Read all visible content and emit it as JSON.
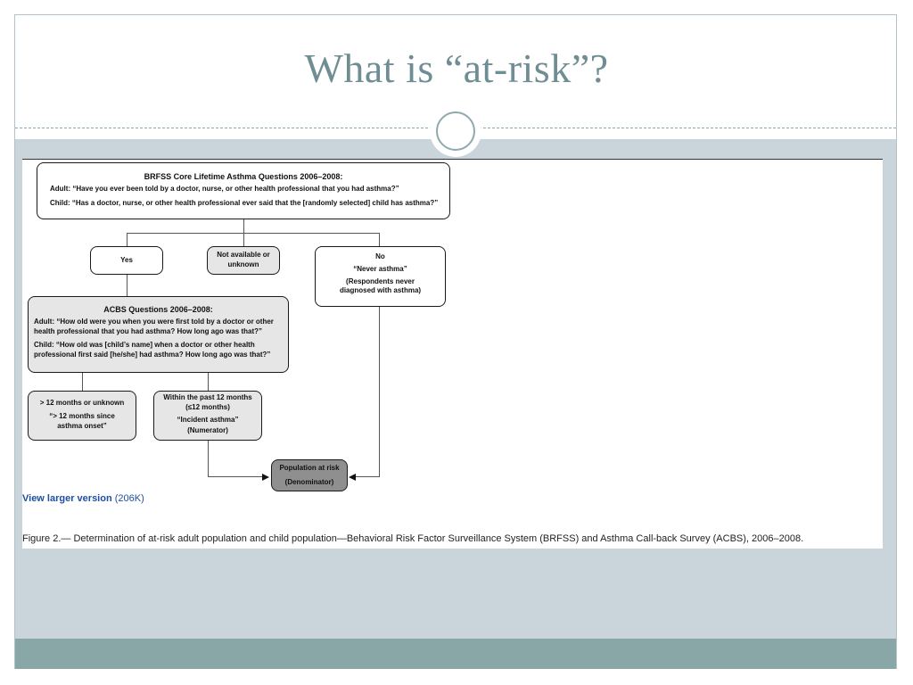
{
  "slide": {
    "title": "What is “at-risk”?"
  },
  "diagram": {
    "brfss": {
      "heading": "BRFSS Core Lifetime Asthma Questions 2006–2008:",
      "adult": "Adult: “Have you ever been told by a doctor, nurse, or other health professional that you had asthma?”",
      "child": "Child: “Has a doctor, nurse, or other health professional ever said that the [randomly selected] child has asthma?”"
    },
    "yes": "Yes",
    "not_available": "Not available or unknown",
    "no": {
      "line1": "No",
      "line2": "“Never asthma”",
      "line3": "(Respondents never diagnosed with asthma)"
    },
    "acbs": {
      "heading": "ACBS Questions 2006–2008:",
      "adult": "Adult: “How old were you when you were first told by a doctor or other health professional that you had asthma? How long ago was that?”",
      "child": "Child: “How old was [child’s name] when a doctor or other health professional first said [he/she] had asthma? How long ago was that?”"
    },
    "over12": {
      "line1": "> 12 months or unknown",
      "line2": "“> 12 months since asthma onset”"
    },
    "within12": {
      "line1": "Within the past 12 months",
      "line2": "(≤12 months)",
      "line3": "“Incident asthma”",
      "line4": "(Numerator)"
    },
    "population": {
      "line1": "Population at risk",
      "line2": "(Denominator)"
    }
  },
  "link": {
    "label": "View larger version",
    "size": "(206K)"
  },
  "caption": "Figure 2.— Determination of at-risk adult population and child population—Behavioral Risk Factor Surveillance System (BRFSS) and Asthma Call-back Survey (ACBS), 2006–2008."
}
